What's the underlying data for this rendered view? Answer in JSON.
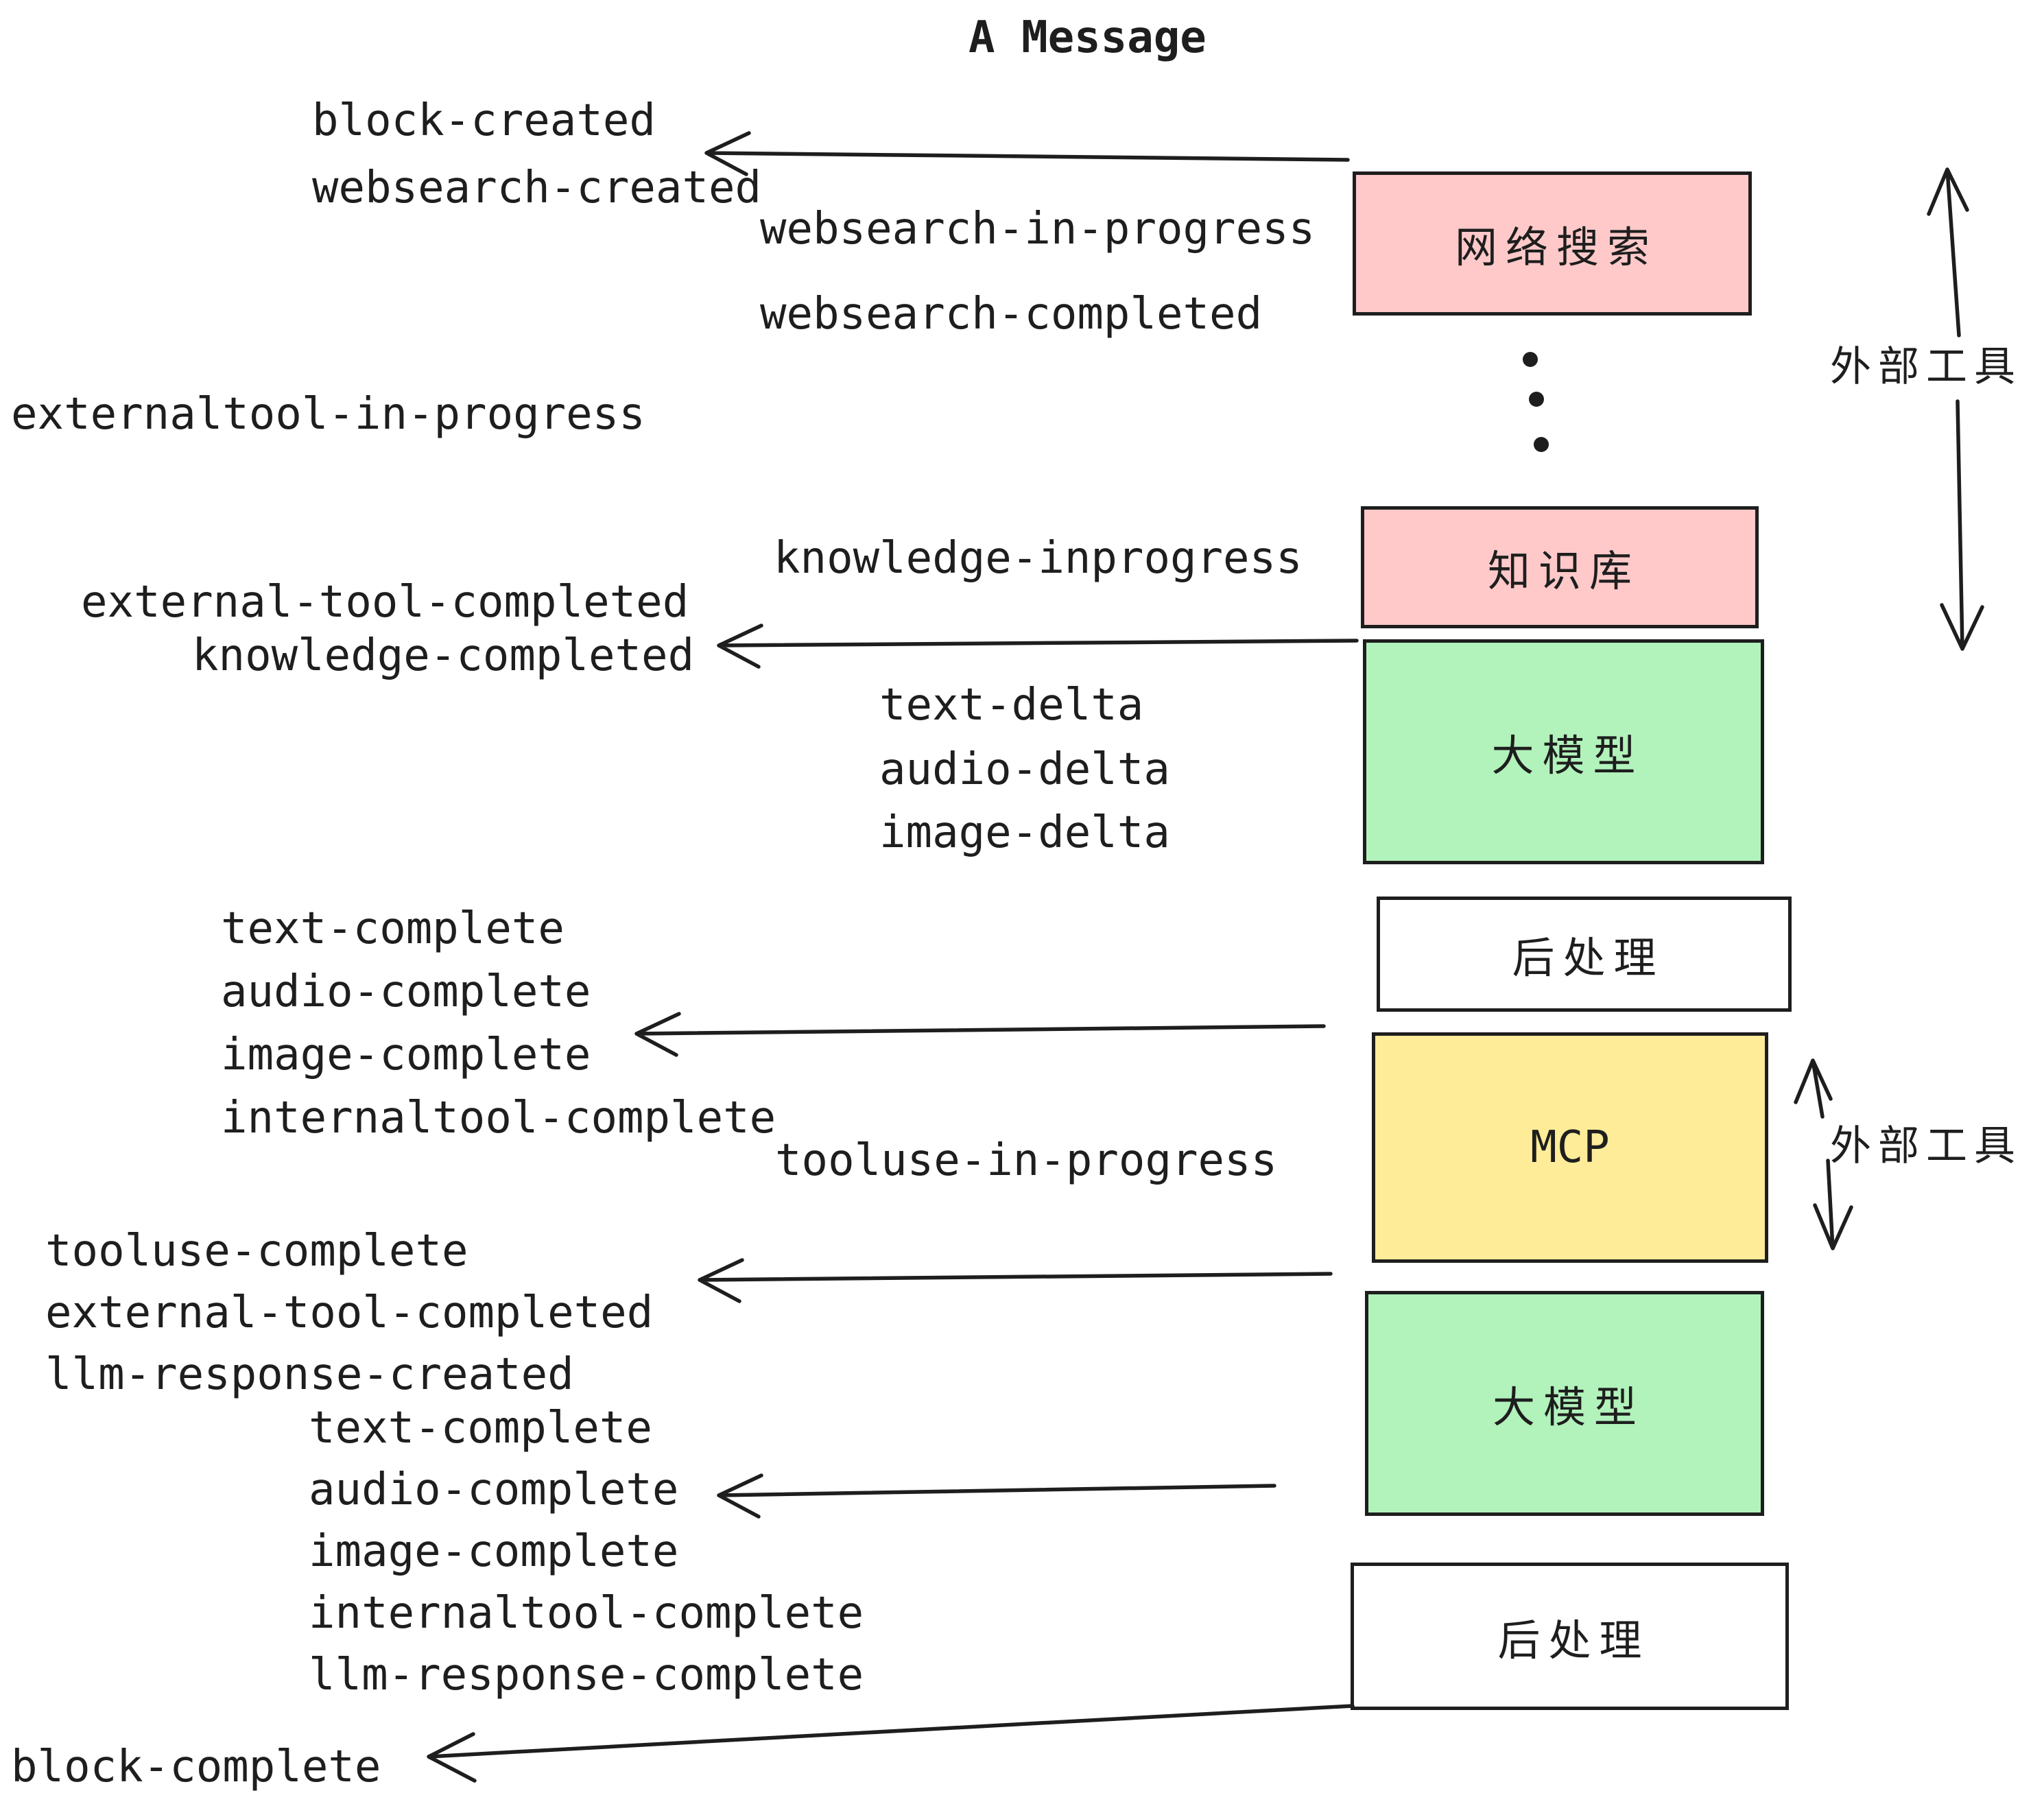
{
  "title": "A Message",
  "labels": {
    "block_created": "block-created",
    "websearch_created": "websearch-created",
    "websearch_in_progress": "websearch-in-progress",
    "websearch_completed": "websearch-completed",
    "externaltool_in_progress": "externaltool-in-progress",
    "knowledge_inprogress": "knowledge-inprogress",
    "external_tool_completed_1": "external-tool-completed",
    "knowledge_completed": "knowledge-completed",
    "text_delta_1": "text-delta",
    "audio_delta_1": "audio-delta",
    "image_delta_1": "image-delta",
    "text_complete_1": "text-complete",
    "audio_complete_1": "audio-complete",
    "image_complete_1": "image-complete",
    "internaltool_complete_1": "internaltool-complete",
    "tooluse_in_progress": "tooluse-in-progress",
    "tooluse_complete": "tooluse-complete",
    "external_tool_completed_2": "external-tool-completed",
    "llm_response_created": "llm-response-created",
    "text_complete_2": "text-complete",
    "audio_complete_2": "audio-complete",
    "image_complete_2": "image-complete",
    "internaltool_complete_2": "internaltool-complete",
    "llm_response_complete": "llm-response-complete",
    "block_complete": "block-complete"
  },
  "boxes": [
    {
      "id": "web-search",
      "label": "网络搜索",
      "fill": "#ffc9c9",
      "label_lang": "zh"
    },
    {
      "id": "knowledge-base",
      "label": "知识库",
      "fill": "#ffc9c9",
      "label_lang": "zh"
    },
    {
      "id": "llm-1",
      "label": "大模型",
      "fill": "#b2f2bb",
      "label_lang": "zh"
    },
    {
      "id": "post-processing-1",
      "label": "后处理",
      "fill": "#ffffff",
      "label_lang": "zh"
    },
    {
      "id": "mcp",
      "label": "MCP",
      "fill": "#ffec99",
      "label_lang": "en"
    },
    {
      "id": "llm-2",
      "label": "大模型",
      "fill": "#b2f2bb",
      "label_lang": "zh"
    },
    {
      "id": "post-processing-2",
      "label": "后处理",
      "fill": "#ffffff",
      "label_lang": "zh"
    }
  ],
  "annotations": {
    "external_tools_1": "外部工具",
    "external_tools_2": "外部工具"
  },
  "colors": {
    "stroke": "#1e1e1e",
    "pink": "#ffc9c9",
    "green": "#b2f2bb",
    "yellow": "#ffec99",
    "white": "#ffffff"
  }
}
